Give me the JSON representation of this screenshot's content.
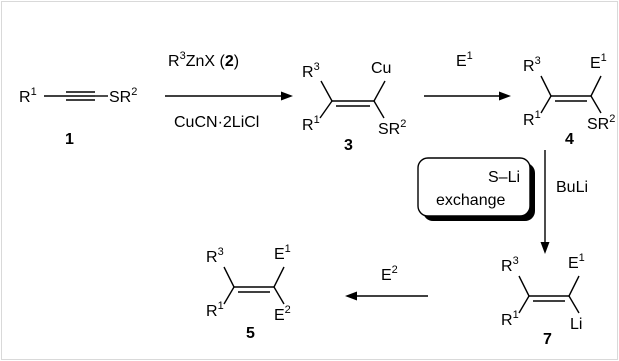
{
  "compounds": {
    "c1": {
      "r1": "R",
      "r1_sup": "1",
      "r2": "SR",
      "r2_sup": "2",
      "number": "1"
    },
    "c3": {
      "r3": "R",
      "r3_sup": "3",
      "cu": "Cu",
      "r1": "R",
      "r1_sup": "1",
      "sr": "SR",
      "sr_sup": "2",
      "number": "3"
    },
    "c4": {
      "r3": "R",
      "r3_sup": "3",
      "e": "E",
      "e_sup": "1",
      "r1": "R",
      "r1_sup": "1",
      "sr": "SR",
      "sr_sup": "2",
      "number": "4"
    },
    "c7": {
      "r3": "R",
      "r3_sup": "3",
      "e": "E",
      "e_sup": "1",
      "r1": "R",
      "r1_sup": "1",
      "li": "Li",
      "number": "7"
    },
    "c5": {
      "r3": "R",
      "r3_sup": "3",
      "e1": "E",
      "e1_sup": "1",
      "r1": "R",
      "r1_sup": "1",
      "e2": "E",
      "e2_sup": "2",
      "number": "5"
    }
  },
  "arrows": {
    "a1": {
      "above_pre": "R",
      "above_sup": "3",
      "above_mid": "ZnX (",
      "above_bold": "2",
      "above_post": ")",
      "below": "CuCN·2LiCl"
    },
    "a2": {
      "above": "E",
      "above_sup": "1"
    },
    "a3": {
      "side": "BuLi",
      "box_line1": "S–Li",
      "box_line2": "exchange"
    },
    "a4": {
      "above": "E",
      "above_sup": "2"
    }
  }
}
